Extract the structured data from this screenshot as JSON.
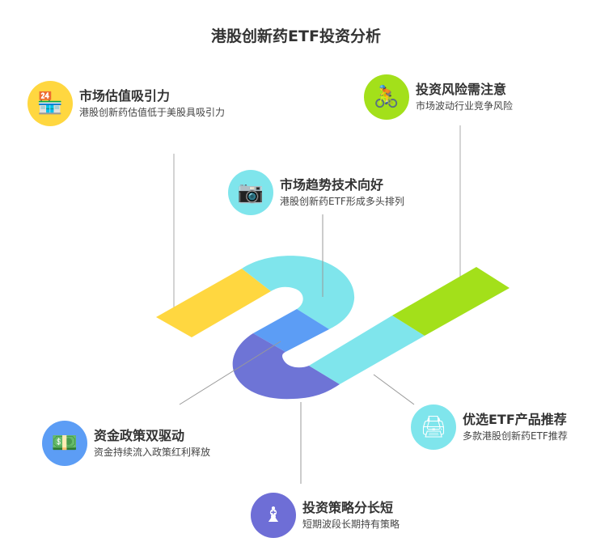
{
  "title": "港股创新药ETF投资分析",
  "items": [
    {
      "title": "市场估值吸引力",
      "desc": "港股创新药估值低于美股具吸引力",
      "icon": "storefront-icon",
      "color": "#FFD740"
    },
    {
      "title": "投资风险需注意",
      "desc": "市场波动行业竞争风险",
      "icon": "cyclist-icon",
      "color": "#A3E01A"
    },
    {
      "title": "市场趋势技术向好",
      "desc": "港股创新药ETF形成多头排列",
      "icon": "camera-hand-icon",
      "color": "#7FE5EC"
    },
    {
      "title": "资金政策双驱动",
      "desc": "资金持续流入政策红利释放",
      "icon": "money-hand-icon",
      "color": "#5C9DF5"
    },
    {
      "title": "优选ETF产品推荐",
      "desc": "多款港股创新药ETF推荐",
      "icon": "machine-icon",
      "color": "#7FE5EC"
    },
    {
      "title": "投资策略分长短",
      "desc": "短期波段长期持有策略",
      "icon": "chess-bishop-icon",
      "color": "#6E6ED6"
    }
  ]
}
